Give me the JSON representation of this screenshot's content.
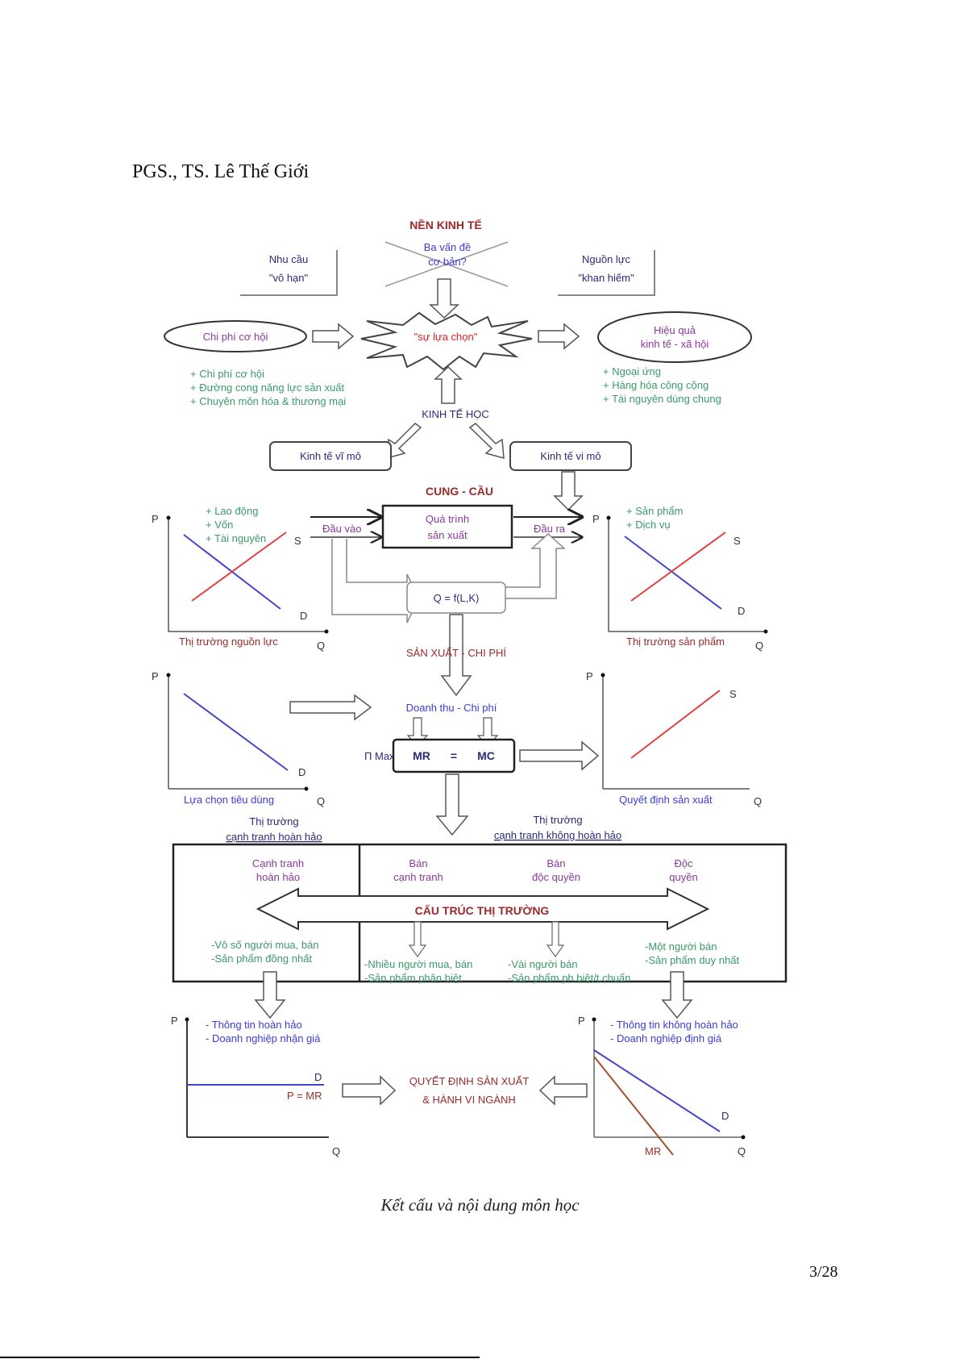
{
  "header": {
    "author": "PGS., TS. Lê Thế Giới"
  },
  "diagram": {
    "title": "NỀN KINH TẾ",
    "three_problems": [
      "Ba vấn đề",
      "cơ bản?"
    ],
    "needs": [
      "Nhu cầu",
      "\"vô hạn\""
    ],
    "resources": [
      "Nguồn lực",
      "\"khan hiếm\""
    ],
    "choice": "\"sự lựa chọn\"",
    "opportunity_cost": "Chi phí cơ hội",
    "efficiency": [
      "Hiệu quả",
      "kinh tế - xã hội"
    ],
    "left_bullets": [
      "+ Chi phí cơ hội",
      "+ Đường cong năng lực sản xuất",
      "+ Chuyên môn hóa & thương mại"
    ],
    "right_bullets": [
      "+ Ngoại ứng",
      "+ Hàng hóa công cộng",
      "+ Tài nguyên dùng chung"
    ],
    "economics": "KINH TẾ HỌC",
    "macro": "Kinh tế vĩ mô",
    "micro": "Kinh tế vi mô",
    "supply_demand": "CUNG - CẦU",
    "production_process": [
      "Quá trình",
      "sản xuất"
    ],
    "input": "Đầu vào",
    "output": "Đầu ra",
    "production_function": "Q = f(L,K)",
    "production_cost": "SẢN XUẤT - CHI PHÍ",
    "revenue_cost": "Doanh thu - Chi phí",
    "profit_max": "Π Max:",
    "mr_mc": [
      "MR",
      "=",
      "MC"
    ],
    "resource_market": {
      "bullets": [
        "+ Lao động",
        "+ Vốn",
        "+ Tài nguyên"
      ],
      "label": "Thị trường nguồn lực",
      "p": "P",
      "q": "Q",
      "s": "S",
      "d": "D"
    },
    "product_market": {
      "bullets": [
        "+ Sản phẩm",
        "+ Dịch vụ"
      ],
      "label": "Thị trường sản phẩm",
      "p": "P",
      "q": "Q",
      "s": "S",
      "d": "D"
    },
    "consumer_choice": {
      "label": "Lựa chọn tiêu dùng",
      "p": "P",
      "q": "Q",
      "d": "D"
    },
    "production_decision": {
      "label": "Quyết định sản xuất",
      "p": "P",
      "q": "Q",
      "s": "S"
    },
    "perfect_market_header": [
      "Thị trường",
      "cạnh tranh hoàn hảo"
    ],
    "imperfect_market_header": [
      "Thị trường",
      "cạnh tranh không hoàn hảo"
    ],
    "market_types": [
      {
        "name": [
          "Cạnh tranh",
          "hoàn hảo"
        ],
        "traits": [
          "-Vô số người mua, bán",
          "-Sản phẩm đồng nhất"
        ]
      },
      {
        "name": [
          "Bán",
          "cạnh tranh"
        ],
        "traits": [
          "-Nhiều người mua, bán",
          "-Sản phẩm phân biệt"
        ]
      },
      {
        "name": [
          "Bán",
          "độc quyền"
        ],
        "traits": [
          "-Vài người bán",
          "-Sản phẩm ph.biệt/t.chuẩn"
        ]
      },
      {
        "name": [
          "Độc",
          "quyền"
        ],
        "traits": [
          "-Một người bán",
          "-Sản phẩm duy nhất"
        ]
      }
    ],
    "market_structure": "CẤU TRÚC THỊ TRƯỜNG",
    "perfect_info": [
      "- Thông tin hoàn hảo",
      "- Doanh nghiệp nhận giá"
    ],
    "imperfect_info": [
      "- Thông tin không hoàn hảo",
      "- Doanh nghiệp định giá"
    ],
    "industry_decision": [
      "QUYẾT ĐỊNH SẢN XUẤT",
      "& HÀNH VI NGÀNH"
    ],
    "perfect_graph": {
      "p": "P",
      "q": "Q",
      "d": "D",
      "pmr": "P = MR"
    },
    "monopoly_graph": {
      "p": "P",
      "q": "Q",
      "d": "D",
      "mr": "MR"
    }
  },
  "caption": "Kết cấu và nội dung môn học",
  "page_number": "3/28",
  "colors": {
    "red": "#c0392b",
    "blue": "#3b3bd6",
    "green": "#3a9a6a",
    "purple": "#8a3a9a",
    "brown": "#a0522d",
    "darkred": "#9b2a2a"
  }
}
